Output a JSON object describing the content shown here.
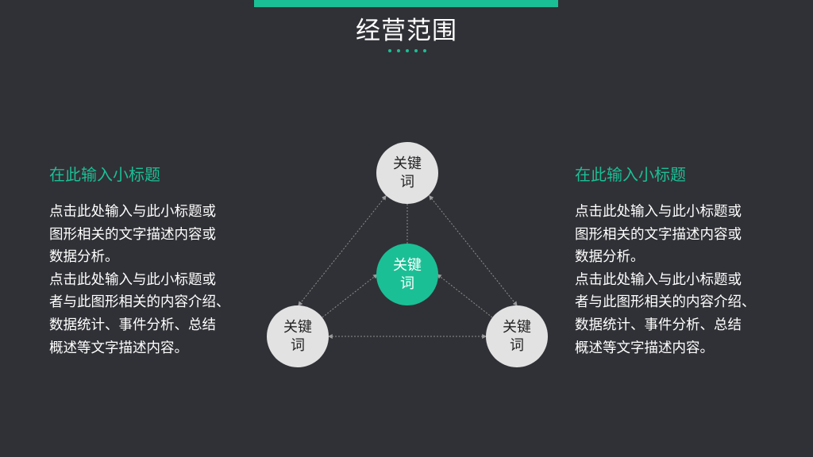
{
  "slide": {
    "title": "经营范围",
    "accent_color": "#1bbf95",
    "background_color": "#303136"
  },
  "left_panel": {
    "subtitle": "在此输入小标题",
    "lines": [
      "点击此处输入与此小标题或",
      "图形相关的文字描述内容或",
      "数据分析。",
      "点击此处输入与此小标题或",
      "者与此图形相关的内容介绍、",
      "数据统计、事件分析、总结",
      "概述等文字描述内容。"
    ]
  },
  "right_panel": {
    "subtitle": "在此输入小标题",
    "lines": [
      "点击此处输入与此小标题或",
      "图形相关的文字描述内容或",
      "数据分析。",
      "点击此处输入与此小标题或",
      "者与此图形相关的内容介绍、",
      "数据统计、事件分析、总结",
      "概述等文字描述内容。"
    ]
  },
  "diagram": {
    "top_node": "关键词",
    "center_node": "关键词",
    "left_node": "关键词",
    "right_node": "关键词"
  }
}
